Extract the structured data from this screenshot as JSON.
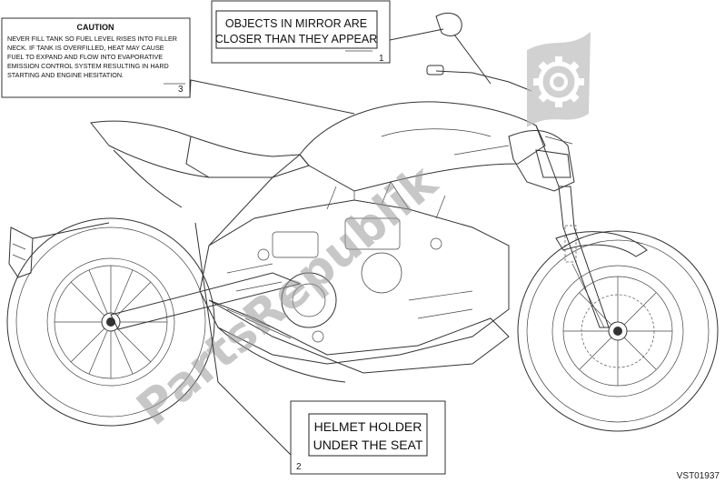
{
  "labels": {
    "caution": {
      "heading": "CAUTION",
      "lines": [
        "NEVER FILL TANK SO FUEL LEVEL RISES INTO FILLER",
        "NECK. IF TANK IS OVERFILLED, HEAT MAY CAUSE",
        "FUEL TO EXPAND AND FLOW INTO EVAPORATIVE",
        "EMISSION CONTROL SYSTEM RESULTING IN HARD",
        "STARTING AND ENGINE HESITATION."
      ],
      "callout": "3"
    },
    "mirror": {
      "lines": [
        "OBJECTS IN MIRROR ARE",
        "CLOSER THAN THEY APPEAR"
      ],
      "callout": "1"
    },
    "helmet": {
      "lines": [
        "HELMET HOLDER",
        "UNDER THE SEAT"
      ],
      "callout": "2"
    }
  },
  "watermark": {
    "text": "PartsRepublik"
  },
  "drawing_code": "VST01937",
  "icons": {
    "watermark_logo": "gear-icon"
  }
}
